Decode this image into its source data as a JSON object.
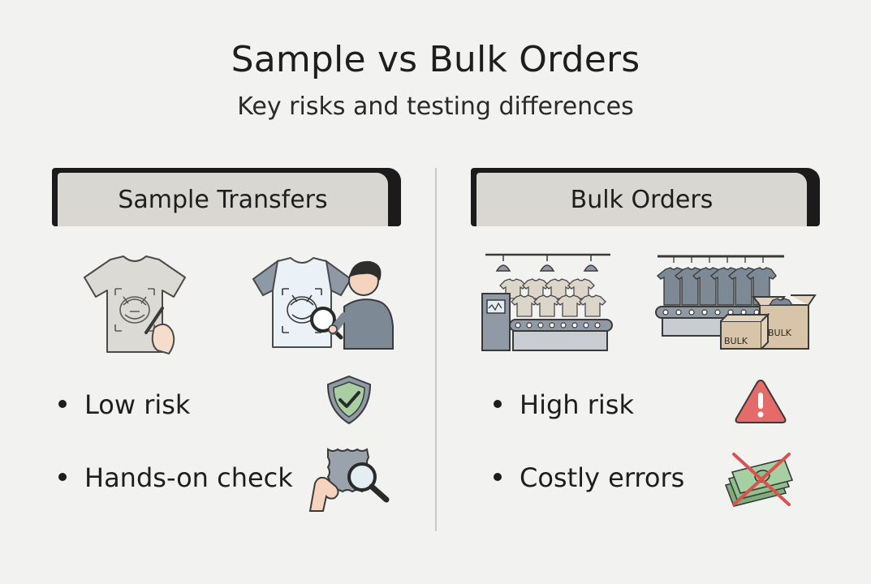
{
  "title": "Sample vs Bulk Orders",
  "subtitle": "Key risks and testing differences",
  "left": {
    "header": "Sample Transfers",
    "bullets": [
      "Low risk",
      "Hands-on check"
    ],
    "icons": [
      "tshirt-with-pen-icon",
      "person-inspecting-tshirt-icon",
      "shield-check-icon",
      "fabric-magnifier-icon"
    ]
  },
  "right": {
    "header": "Bulk Orders",
    "bullets": [
      "High risk",
      "Costly errors"
    ],
    "box_label": "BULK",
    "icons": [
      "production-line-icon",
      "clothing-rack-boxes-icon",
      "warning-triangle-icon",
      "crossed-out-money-icon"
    ]
  },
  "colors": {
    "background": "#f2f2f1",
    "header_fill": "#d9d7d1",
    "shield_green": "#a8cfa1",
    "warning_red": "#e56a6a",
    "money_green": "#8fbf8b",
    "cross_red": "#d9534f"
  }
}
